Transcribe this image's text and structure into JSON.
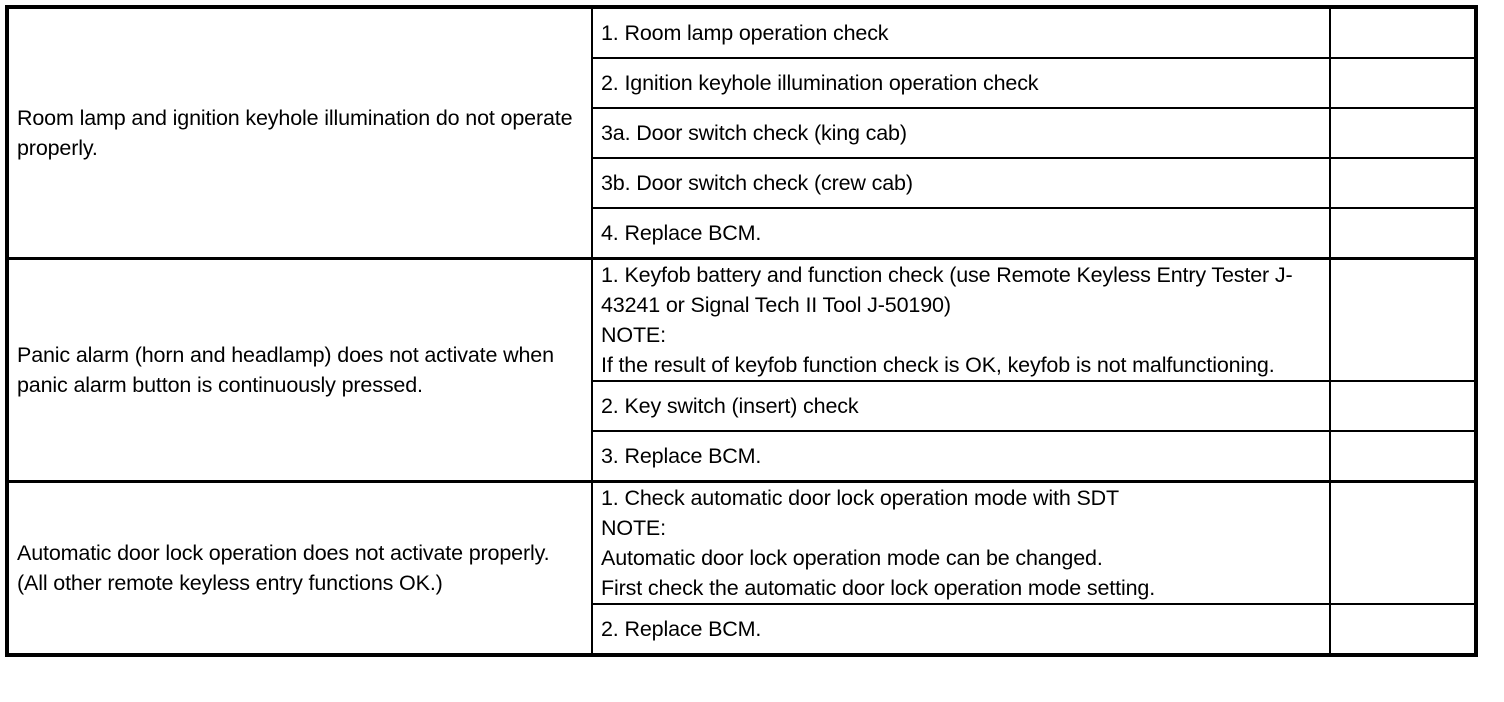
{
  "document": {
    "type": "diagnostic-symptom-table",
    "border_color": "#000000",
    "background_color": "#ffffff",
    "text_color": "#000000"
  },
  "table": {
    "columns": [
      {
        "key": "symptom",
        "header": ""
      },
      {
        "key": "step",
        "header": ""
      },
      {
        "key": "reference",
        "header": ""
      }
    ],
    "groups": [
      {
        "symptom": "Room lamp and ignition keyhole illumination do not operate properly.",
        "steps": [
          {
            "step": "1. Room lamp operation check",
            "reference": ""
          },
          {
            "step": "2. Ignition keyhole illumination operation check",
            "reference": ""
          },
          {
            "step": "3a. Door switch check (king cab)",
            "reference": ""
          },
          {
            "step": "3b. Door switch check (crew cab)",
            "reference": ""
          },
          {
            "step": "4. Replace BCM.",
            "reference": ""
          }
        ]
      },
      {
        "symptom": "Panic alarm (horn and headlamp) does not activate when panic alarm button is continuously pressed.",
        "steps": [
          {
            "step": "1. Keyfob battery and function check (use Remote Keyless Entry Tester J-43241 or Signal Tech II Tool J-50190)\nNOTE:\nIf the result of keyfob function check is OK, keyfob is not malfunctioning.",
            "reference": ""
          },
          {
            "step": "2. Key switch (insert) check",
            "reference": ""
          },
          {
            "step": "3. Replace BCM.",
            "reference": ""
          }
        ]
      },
      {
        "symptom": "Automatic door lock operation does not activate properly.\n(All other remote keyless entry functions OK.)",
        "steps": [
          {
            "step": "1. Check automatic door lock operation mode with SDT\nNOTE:\nAutomatic door lock operation mode can be changed.\nFirst check the automatic door lock operation mode setting.",
            "reference": ""
          },
          {
            "step": "2. Replace BCM.",
            "reference": ""
          }
        ]
      }
    ]
  }
}
